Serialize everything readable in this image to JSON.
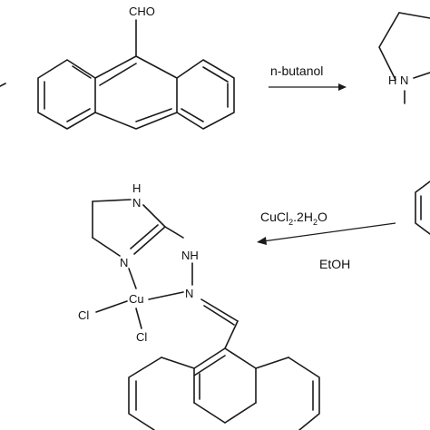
{
  "reaction_1": {
    "reactant_label": "CHO",
    "conditions": "n-butanol",
    "product_atom": "N",
    "product_h": "H"
  },
  "reaction_2": {
    "reagent": {
      "main": "CuCl",
      "sub1": "2",
      "mid": ".2H",
      "sub2": "2",
      "tail": "O"
    },
    "solvent": "EtOH"
  },
  "complex": {
    "h_top": "H",
    "n_top": "N",
    "n_left": "N",
    "nh_label": "NH",
    "n_right": "N",
    "metal": "Cu",
    "cl_left": "Cl",
    "cl_bottom": "Cl"
  }
}
